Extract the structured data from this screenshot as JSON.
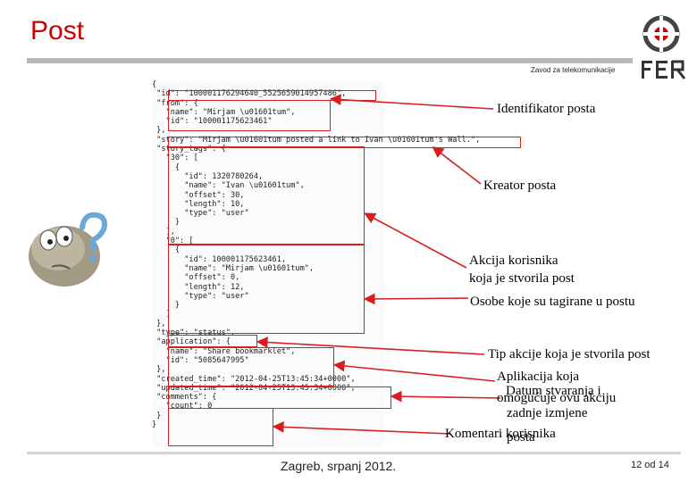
{
  "slide": {
    "title": "Post",
    "institute": "Zavod za telekomunikacije",
    "footer_left": "Zagreb, srpanj 2012.",
    "page_number": "12 od 14",
    "accent_color": "#cc0000",
    "box_color": "#d81e1e"
  },
  "code_lines": [
    "{",
    " \"id\": \"100001176294640_5525659014957486\",",
    " \"from\": {",
    "   \"name\": \"Mirjam \\u01601tum\",",
    "   \"id\": \"100001175623461\"",
    " },",
    " \"story\": \"Mirjam \\u01601tum posted a link to Ivan \\u01601tum's Wall.\",",
    " \"story_tags\": {",
    "   \"30\": [",
    "     {",
    "       \"id\": 1320780264,",
    "       \"name\": \"Ivan \\u01601tum\",",
    "       \"offset\": 30,",
    "       \"length\": 10,",
    "       \"type\": \"user\"",
    "     }",
    "   ],",
    "   \"0\": [",
    "     {",
    "       \"id\": 100001175623461,",
    "       \"name\": \"Mirjam \\u01601tum\",",
    "       \"offset\": 0,",
    "       \"length\": 12,",
    "       \"type\": \"user\"",
    "     }",
    "   ]",
    " },",
    " \"type\": \"status\",",
    " \"application\": {",
    "   \"name\": \"Share bookmarklet\",",
    "   \"id\": \"5085647995\"",
    " },",
    " \"created_time\": \"2012-04-25T13:45:34+0000\",",
    " \"updated_time\": \"2012-04-25T13:45:34+0000\",",
    " \"comments\": {",
    "   \"count\": 0",
    " }",
    "}"
  ],
  "callouts": {
    "id": "Identifikator posta",
    "creator": "Kreator posta",
    "action_line1": "Akcija korisnika",
    "action_line2": "koja je stvorila post",
    "tagged": "Osobe koje su tagirane u postu",
    "type": "Tip akcije koja je stvorila post",
    "app_line1": "Aplikacija koja",
    "app_line2": "omogućuje ovu akciju",
    "dates_line1": "Datum stvaranja i",
    "dates_line2": "zadnje izmjene",
    "dates_line3": "posta",
    "comments": "Komentari korisnika"
  },
  "icons": {
    "logo": "fer-logo-icon",
    "clipart": "confused-face-icon"
  }
}
